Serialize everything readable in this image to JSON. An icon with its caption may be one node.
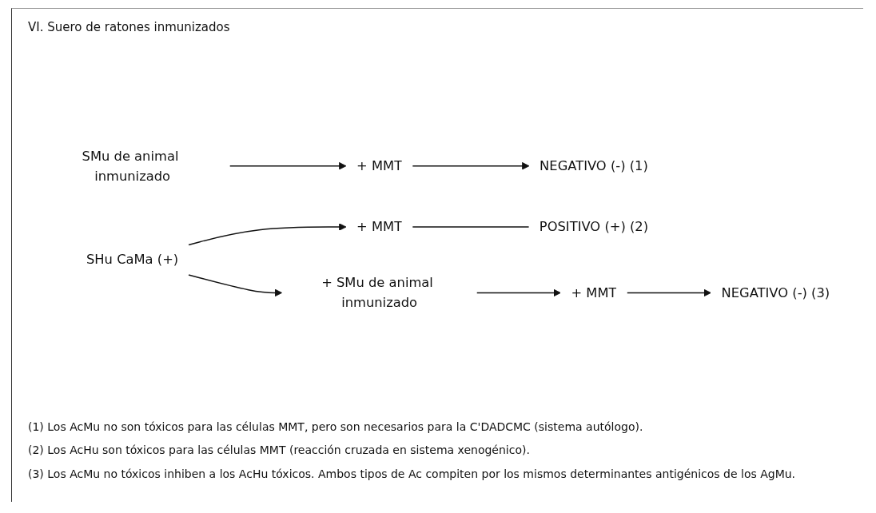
{
  "diagram": {
    "title": "VI. Suero de ratones inmunizados",
    "nodes": [
      {
        "text": [
          "SMu de animal inmunizado"
        ]
      },
      {
        "text": [
          "+ MMT"
        ]
      },
      {
        "text": [
          "NEGATIVO (-)  (1)"
        ]
      },
      {
        "text": [
          "SHu CaMa (+)"
        ]
      },
      {
        "text": [
          "+ MMT"
        ]
      },
      {
        "text": [
          "POSITIVO (+)  (2)"
        ]
      },
      {
        "text": [
          "+ SMu de animal inmunizado"
        ]
      },
      {
        "text": [
          "+ MMT"
        ]
      },
      {
        "text": [
          "NEGATIVO (-)  (3)"
        ]
      }
    ],
    "edges": [
      {
        "from": 0,
        "to": 1,
        "arrow": "to"
      },
      {
        "from": 1,
        "to": 2,
        "arrow": "to"
      },
      {
        "from": 3,
        "to": 4,
        "arrow": "to"
      },
      {
        "from": 4,
        "to": 5,
        "arrow": "none"
      },
      {
        "from": 3,
        "to": 6,
        "arrow": "to"
      },
      {
        "from": 6,
        "to": 7,
        "arrow": "to"
      },
      {
        "from": 7,
        "to": 8,
        "arrow": "to"
      }
    ],
    "labels": [
      "(1) Los AcMu no son tóxicos para las células MMT, pero son necesarios para la C'DADCMC (sistema autólogo).",
      "(2) Los AcHu son tóxicos para las células MMT (reacción cruzada en sistema xenogénico).",
      "(3) Los AcMu no tóxicos inhiben a los AcHu tóxicos. Ambos tipos de Ac compiten por los mismos determinantes antigénicos de los AgMu."
    ]
  }
}
